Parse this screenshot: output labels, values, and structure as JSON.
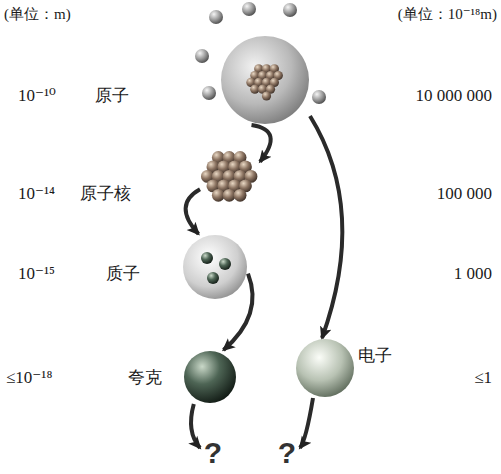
{
  "diagram": {
    "nodes": [
      {
        "text": [
          "原子"
        ]
      },
      {
        "text": [
          "原子核"
        ]
      },
      {
        "text": [
          "质子"
        ]
      },
      {
        "text": [
          "夸克"
        ]
      },
      {
        "text": [
          "电子"
        ]
      },
      {
        "text": [
          "?"
        ]
      },
      {
        "text": [
          "?"
        ]
      }
    ],
    "edges": [
      {
        "from": 0,
        "to": 1,
        "arrow": "to"
      },
      {
        "from": 1,
        "to": 2,
        "arrow": "to"
      },
      {
        "from": 2,
        "to": 3,
        "arrow": "to"
      },
      {
        "from": 0,
        "to": 4,
        "arrow": "to"
      },
      {
        "from": 3,
        "to": 5,
        "arrow": "to"
      },
      {
        "from": 4,
        "to": 6,
        "arrow": "to"
      }
    ],
    "labels": [
      "(单位：m)",
      "(单位：10⁻¹⁸m)",
      "10⁻¹⁰",
      "10 000 000",
      "10⁻¹⁴",
      "100 000",
      "10⁻¹⁵",
      "1 000",
      "≤10⁻¹⁸",
      "≤1"
    ]
  }
}
